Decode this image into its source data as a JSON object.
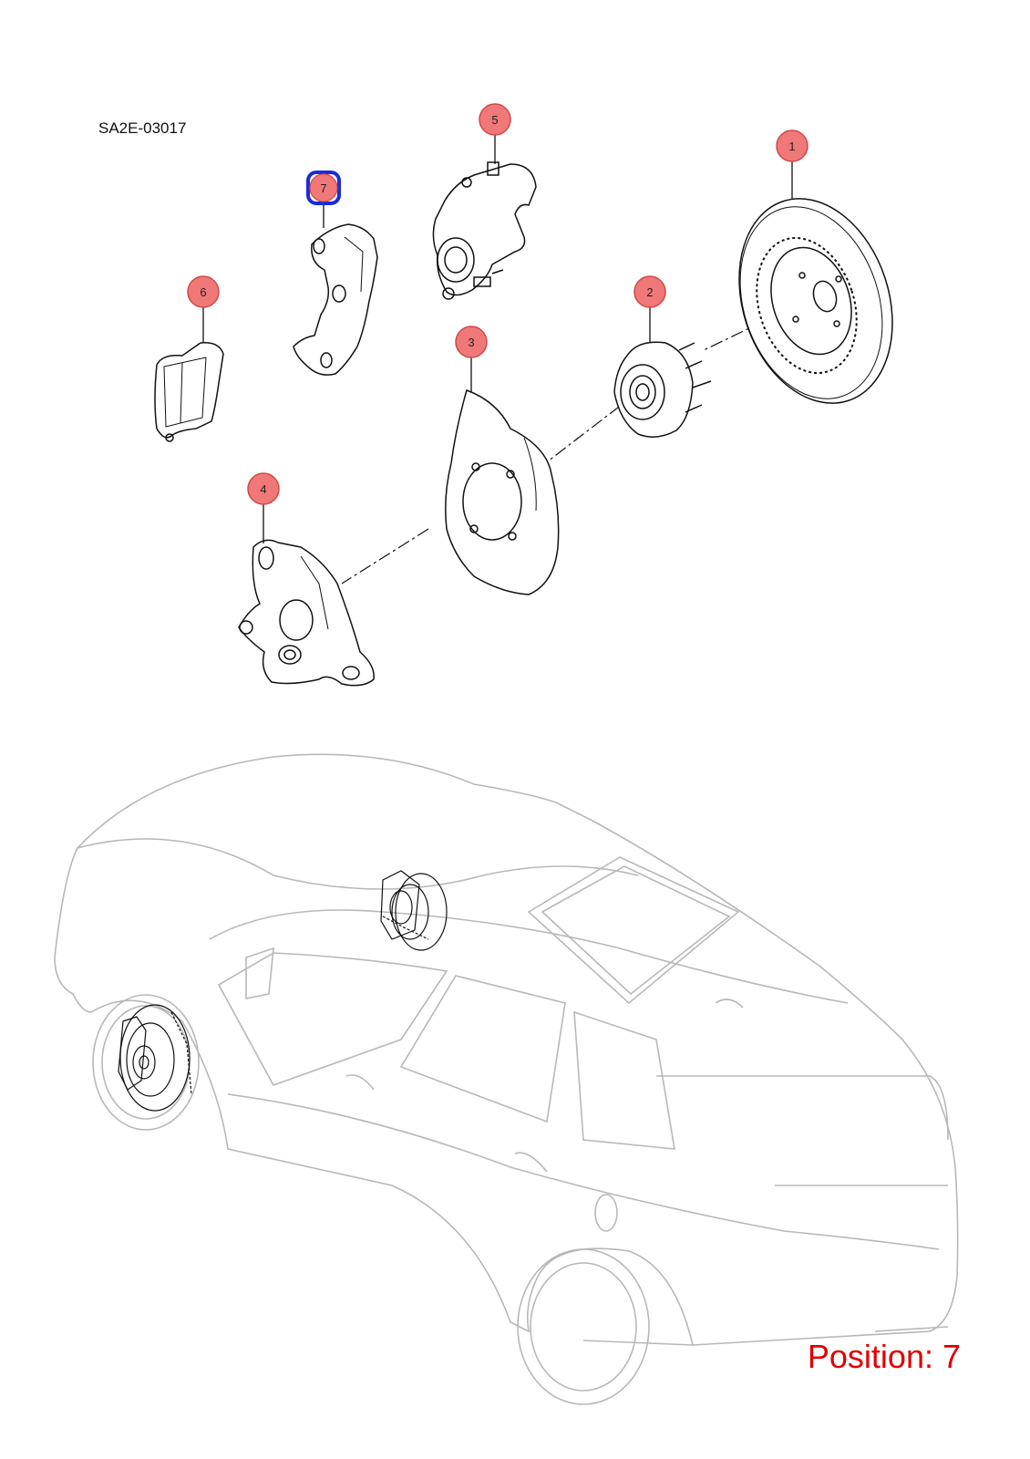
{
  "diagram_code": "SA2E-03017",
  "position_text": "Position: 7",
  "selected_callout": "7",
  "colors": {
    "callout_fill": "#f07878",
    "callout_stroke": "#d04848",
    "selected_stroke": "#1a2adf",
    "position_text": "#e00000",
    "car_outline": "#b8b8b8",
    "part_line": "#111111"
  },
  "callouts": [
    {
      "label": "1"
    },
    {
      "label": "2"
    },
    {
      "label": "3"
    },
    {
      "label": "4"
    },
    {
      "label": "5"
    },
    {
      "label": "6"
    },
    {
      "label": "7"
    }
  ]
}
